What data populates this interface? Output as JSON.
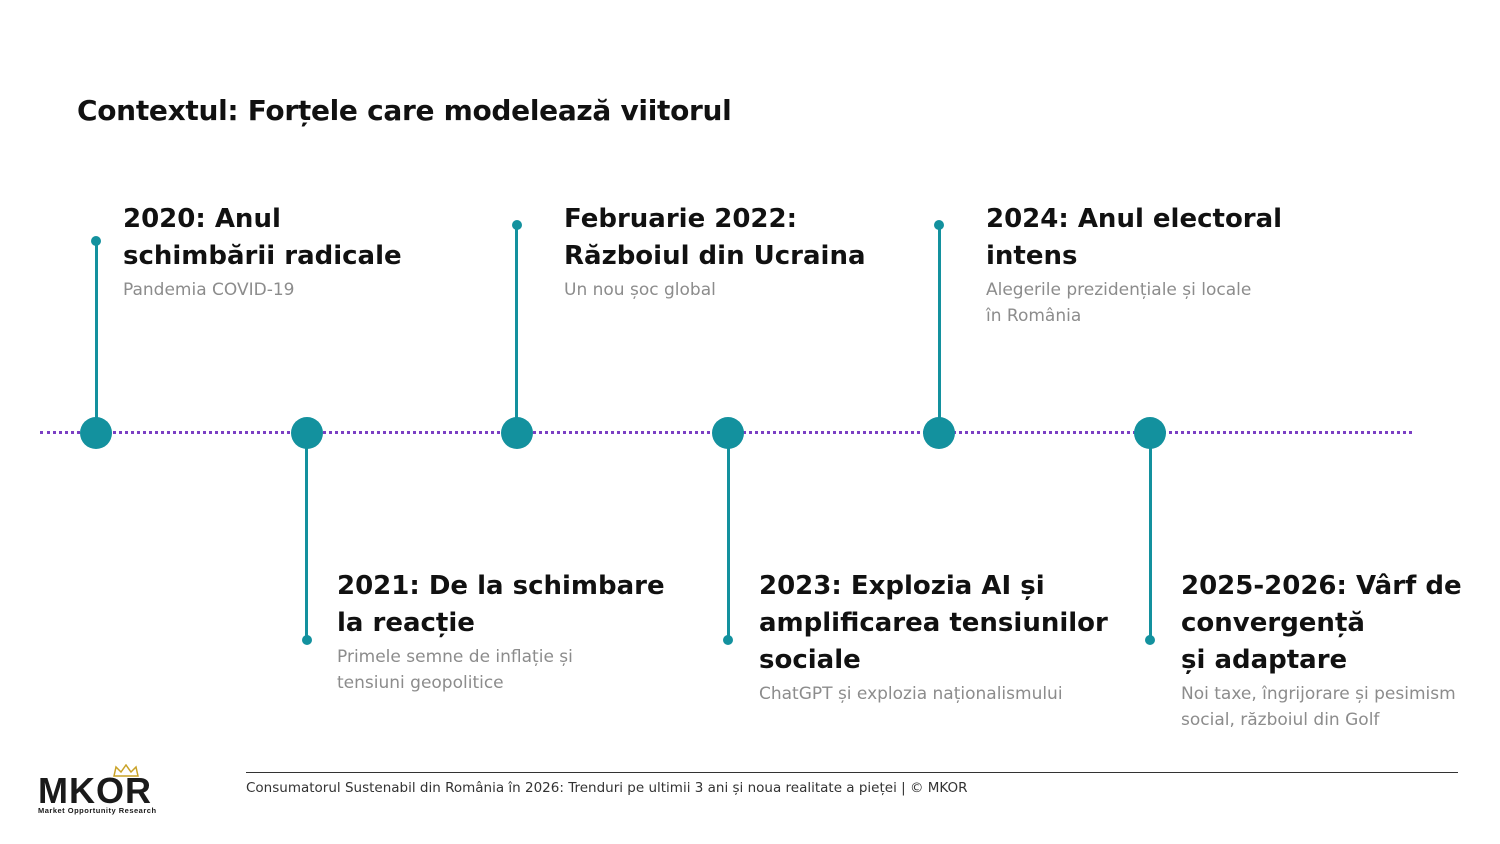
{
  "title": "Contextul: Forțele care modelează viitorul",
  "colors": {
    "accent": "#13919e",
    "axis": "#7b3fc4",
    "heading": "#111111",
    "sub": "#8c8c8c"
  },
  "timeline": [
    {
      "heading": "2020: Anul\nschimbării radicale",
      "sub": "Pandemia COVID-19",
      "side": "above"
    },
    {
      "heading": "2021: De la schimbare\nla reacție",
      "sub": "Primele semne de inflație și\ntensiuni geopolitice",
      "side": "below"
    },
    {
      "heading": "Februarie 2022:\nRăzboiul din Ucraina",
      "sub": "Un nou șoc global",
      "side": "above"
    },
    {
      "heading": "2023: Explozia AI și\namplificarea tensiunilor\nsociale",
      "sub": "ChatGPT și explozia naționalismului",
      "side": "below"
    },
    {
      "heading": "2024: Anul electoral\nintens",
      "sub": "Alegerile prezidențiale și locale\nîn România",
      "side": "above"
    },
    {
      "heading": "2025-2026: Vârf de\nconvergență\nși adaptare",
      "sub": "Noi taxe, îngrijorare și pesimism\nsocial, războiul din Golf",
      "side": "below"
    }
  ],
  "footer": "Consumatorul Sustenabil din România în 2026: Trenduri pe ultimii 3 ani și noua realitate a pieței | © MKOR",
  "logo": {
    "word": "MKOR",
    "tagline": "Market Opportunity Research"
  }
}
